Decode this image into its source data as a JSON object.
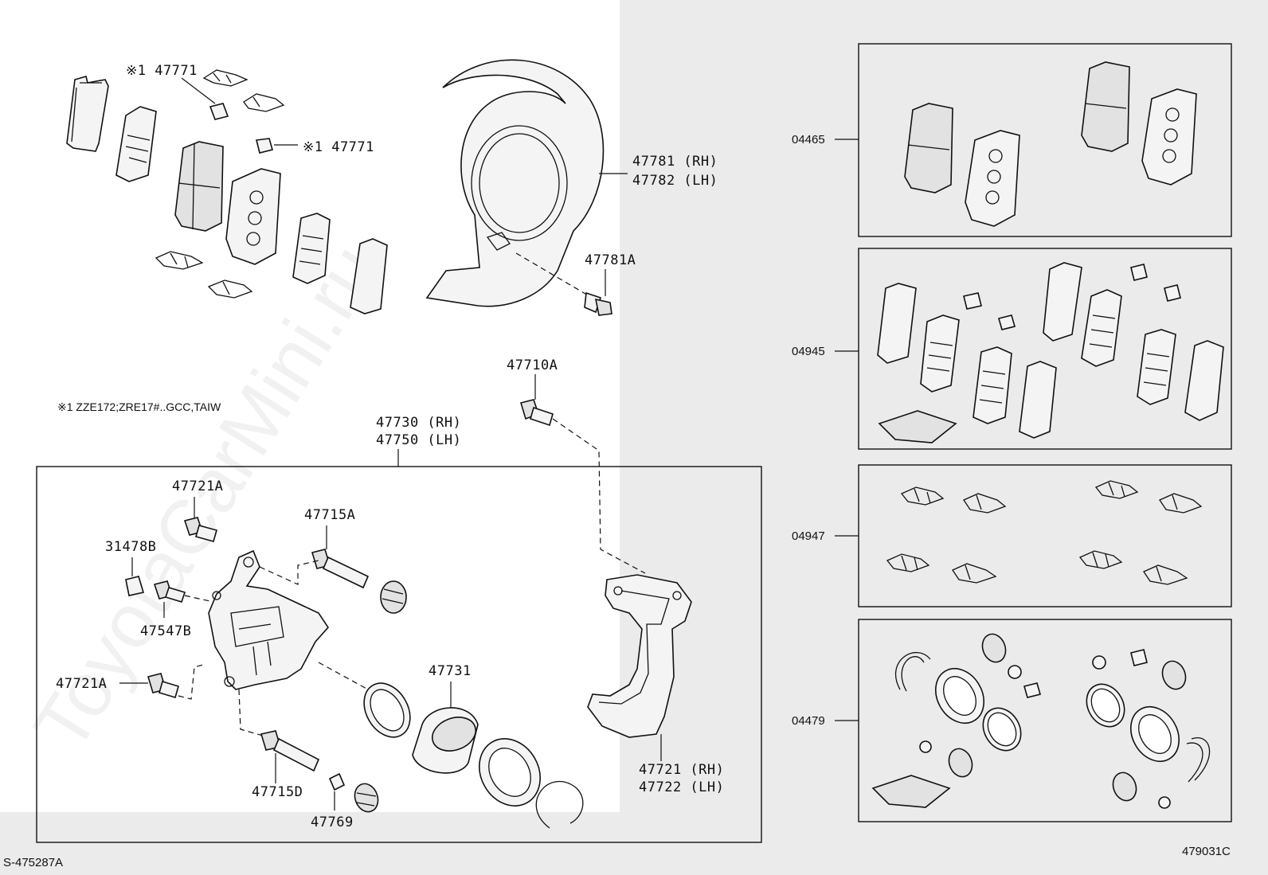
{
  "labels": {
    "p47771_a": "※1 47771",
    "p47771_b": "※1 47771",
    "p47781_rh": "47781 (RH)",
    "p47782_lh": "47782 (LH)",
    "p47781a": "47781A",
    "p47710a": "47710A",
    "footnote": "※1 ZZE172;ZRE17#..GCC,TAIW",
    "p47730_rh": "47730 (RH)",
    "p47750_lh": "47750 (LH)",
    "p47721a_top": "47721A",
    "p47715a": "47715A",
    "p31478b": "31478B",
    "p47547b": "47547B",
    "p47721a_left": "47721A",
    "p47731": "47731",
    "p47715d": "47715D",
    "p47769": "47769",
    "p47721_rh": "47721 (RH)",
    "p47722_lh": "47722 (LH)"
  },
  "kits": [
    {
      "code": "04465"
    },
    {
      "code": "04945"
    },
    {
      "code": "04947"
    },
    {
      "code": "04479"
    }
  ],
  "footer": {
    "left_code": "S-475287A",
    "right_code": "479031C"
  },
  "watermark": "ToyotaCarMini.ru"
}
